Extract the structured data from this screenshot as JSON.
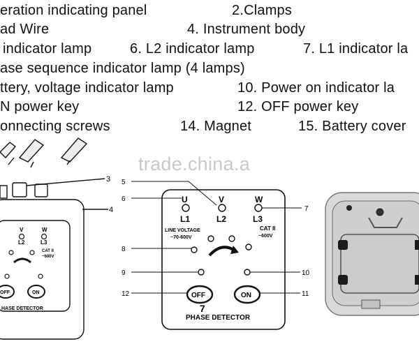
{
  "legend": {
    "item1": "eration indicating panel",
    "item2": "2.Clamps",
    "item3": "ad Wire",
    "item4": "4. Instrument body",
    "item5": "indicator lamp",
    "item6": "6. L2 indicator lamp",
    "item7": "7. L1 indicator la",
    "item8": "ase sequence indicator lamp (4 lamps)",
    "item9": "ttery, voltage indicator lamp",
    "item10": "10. Power on indicator la",
    "item11": "N power key",
    "item12": "12. OFF power key",
    "item13": "onnecting screws",
    "item14": "14. Magnet",
    "item15": "15. Battery cover"
  },
  "watermark": "trade.china.a",
  "left_device": {
    "lead_label": "3",
    "body_label": "4",
    "V": "V",
    "W": "W",
    "L2": "L2",
    "L3": "L3",
    "cat": "CAT II",
    "cat_v": "~600V",
    "off": "OFF",
    "on": "ON",
    "panel_name": "HASE DETECTOR"
  },
  "center_device": {
    "U": "U",
    "V": "V",
    "W": "W",
    "L1": "L1",
    "L2": "L2",
    "L3": "L3",
    "line_voltage": "LINE VOLTAGE",
    "range": "~70-600V",
    "cat": "CAT II",
    "cat_v": "~600V",
    "off": "OFF",
    "on": "ON",
    "panel_name": "PHASE DETECTOR",
    "mark": "7",
    "callouts": {
      "c5": "5",
      "c6": "6",
      "c7": "7",
      "c8": "8",
      "c9": "9",
      "c10": "10",
      "c11": "11",
      "c12": "12"
    }
  }
}
